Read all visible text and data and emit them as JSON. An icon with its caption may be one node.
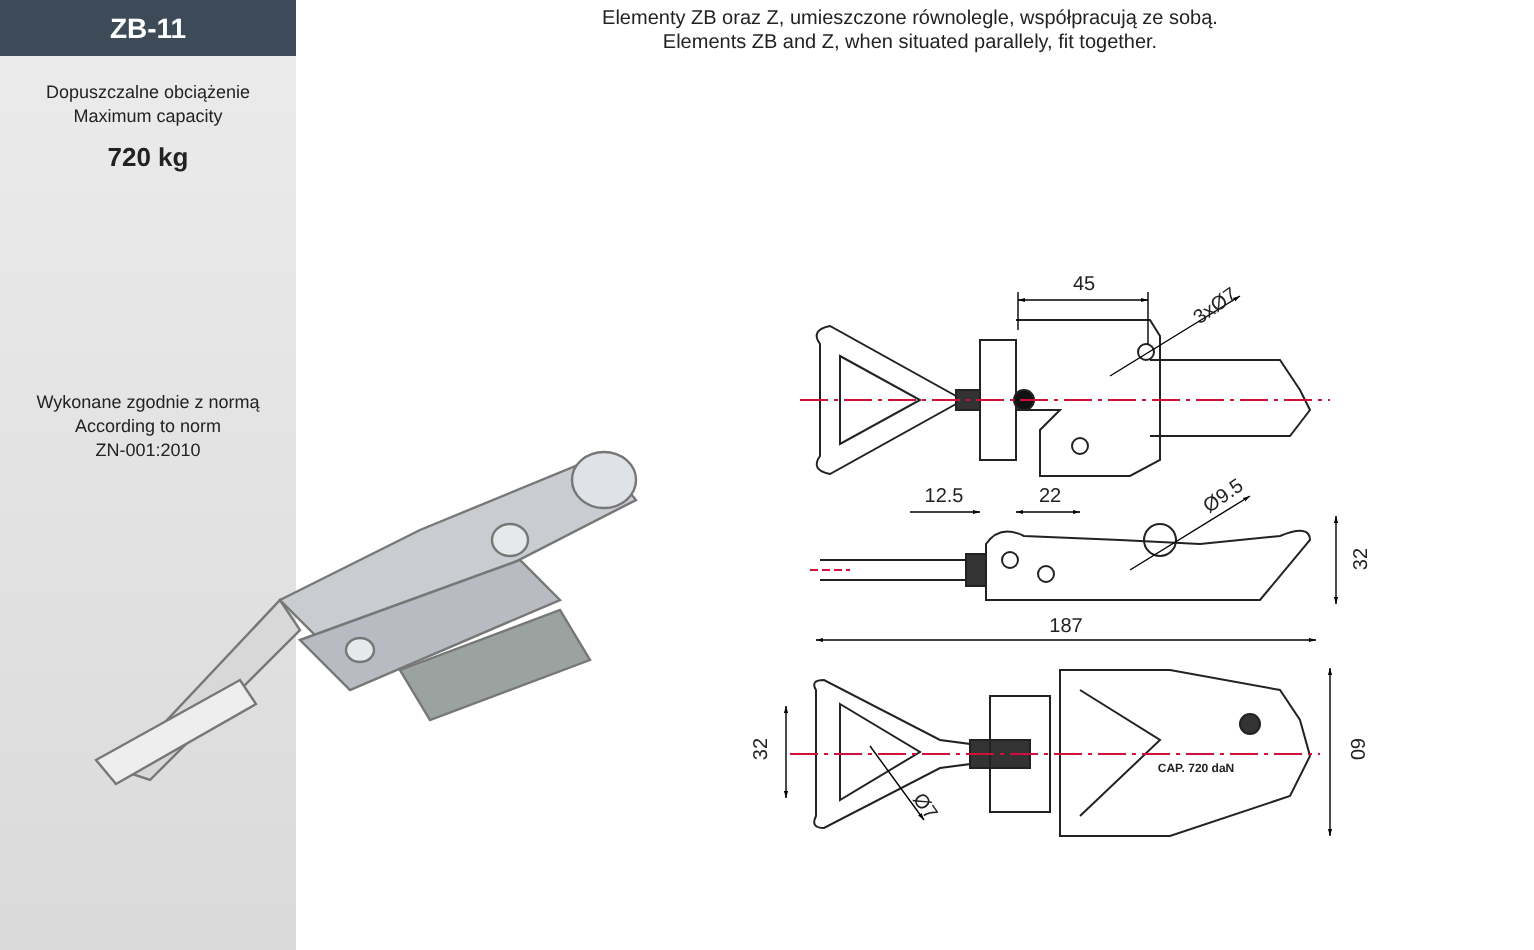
{
  "diagram": {
    "title": "ZB-11",
    "labels": [
      "Elementy ZB oraz Z, umieszczone równolegle, współpracują ze sobą.",
      "Elements ZB and Z, when situated parallely, fit together.",
      "Dopuszczalne obciążenie",
      "Maximum capacity",
      "720 kg",
      "Wykonane zgodnie z normą",
      "According to norm",
      "ZN-001:2010",
      "45",
      "3xØ7",
      "12.5",
      "22",
      "Ø9.5",
      "32",
      "187",
      "CAP. 720 daN",
      "32",
      "60",
      "Ø7"
    ]
  }
}
